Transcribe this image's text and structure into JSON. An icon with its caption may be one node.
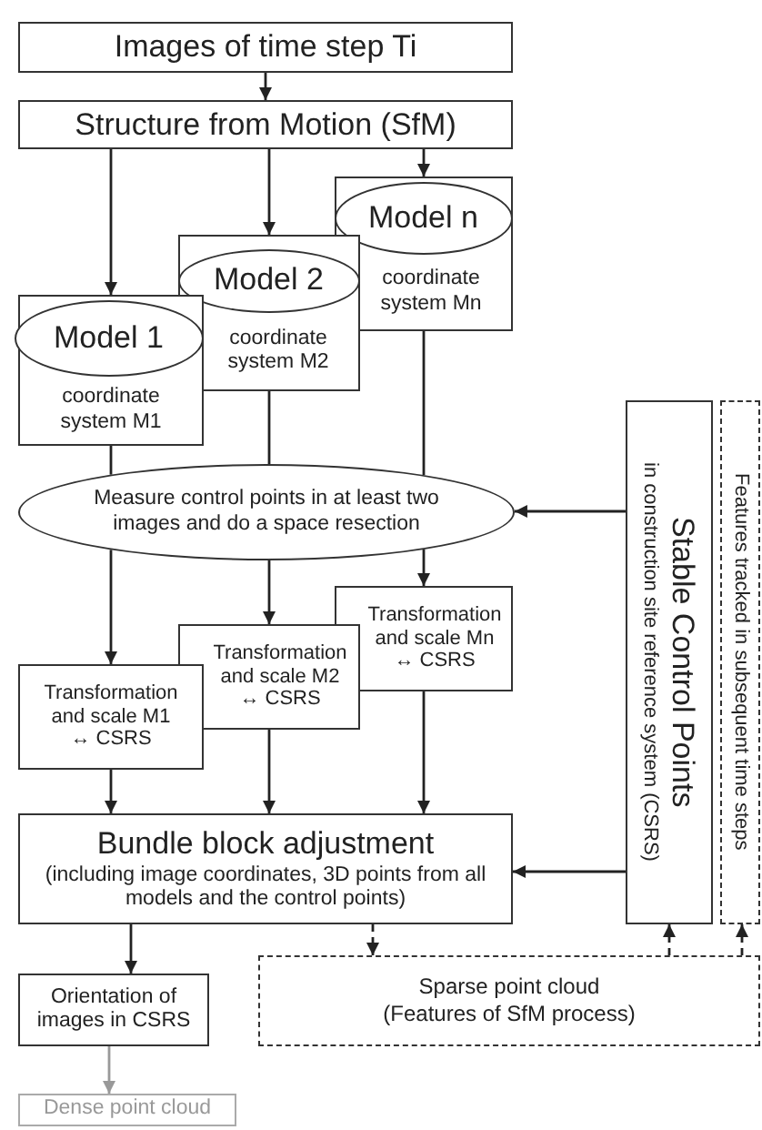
{
  "diagram": {
    "nodes": [
      {
        "text": [
          "Images of time step Ti"
        ]
      },
      {
        "text": [
          "Structure from Motion (SfM)"
        ]
      },
      {
        "text": [
          "coordinate system M1"
        ]
      },
      {
        "text": [
          "Model 1"
        ],
        "in": 2
      },
      {
        "text": [
          "coordinate system M2"
        ]
      },
      {
        "text": [
          "Model 2"
        ],
        "in": 4
      },
      {
        "text": [
          "coordinate system Mn"
        ]
      },
      {
        "text": [
          "Model n"
        ],
        "in": 6
      },
      {
        "text": [
          "Measure control points in at least two images and do a space resection"
        ]
      },
      {
        "text": [
          "Transformation and scale M1 ↔ CSRS"
        ]
      },
      {
        "text": [
          "Transformation and scale M2 ↔ CSRS"
        ]
      },
      {
        "text": [
          "Transformation and scale Mn ↔ CSRS"
        ]
      },
      {
        "text": [
          "Bundle block adjustment",
          "(including image coordinates, 3D points from all models and the control points)"
        ]
      },
      {
        "text": [
          "Stable Control Points",
          "in construction site reference system (CSRS)"
        ]
      },
      {
        "text": [
          "Features tracked in subsequent time steps"
        ]
      },
      {
        "text": [
          "Orientation of images in CSRS"
        ]
      },
      {
        "text": [
          "Sparse point cloud",
          "(Features of SfM process)"
        ]
      },
      {
        "text": [
          "Dense point cloud"
        ]
      }
    ],
    "edges": [
      {
        "from": 0,
        "to": 1,
        "arrow": "to"
      },
      {
        "from": 1,
        "to": 2,
        "arrow": "to"
      },
      {
        "from": 1,
        "to": 4,
        "arrow": "to"
      },
      {
        "from": 1,
        "to": 6,
        "arrow": "to"
      },
      {
        "from": 2,
        "to": 8,
        "arrow": "none"
      },
      {
        "from": 4,
        "to": 8,
        "arrow": "none"
      },
      {
        "from": 6,
        "to": 8,
        "arrow": "none"
      },
      {
        "from": 8,
        "to": 9,
        "arrow": "to"
      },
      {
        "from": 8,
        "to": 10,
        "arrow": "to"
      },
      {
        "from": 8,
        "to": 11,
        "arrow": "to"
      },
      {
        "from": 9,
        "to": 12,
        "arrow": "to"
      },
      {
        "from": 10,
        "to": 12,
        "arrow": "to"
      },
      {
        "from": 11,
        "to": 12,
        "arrow": "to"
      },
      {
        "from": 13,
        "to": 8,
        "arrow": "to"
      },
      {
        "from": 13,
        "to": 12,
        "arrow": "to"
      },
      {
        "from": 12,
        "to": 15,
        "arrow": "to"
      },
      {
        "from": 12,
        "to": 16,
        "arrow": "to",
        "style": "dashed"
      },
      {
        "from": 16,
        "to": 13,
        "arrow": "to",
        "style": "dashed"
      },
      {
        "from": 16,
        "to": 14,
        "arrow": "to",
        "style": "dashed"
      },
      {
        "from": 15,
        "to": 17,
        "arrow": "to",
        "color": "#999999"
      }
    ]
  }
}
